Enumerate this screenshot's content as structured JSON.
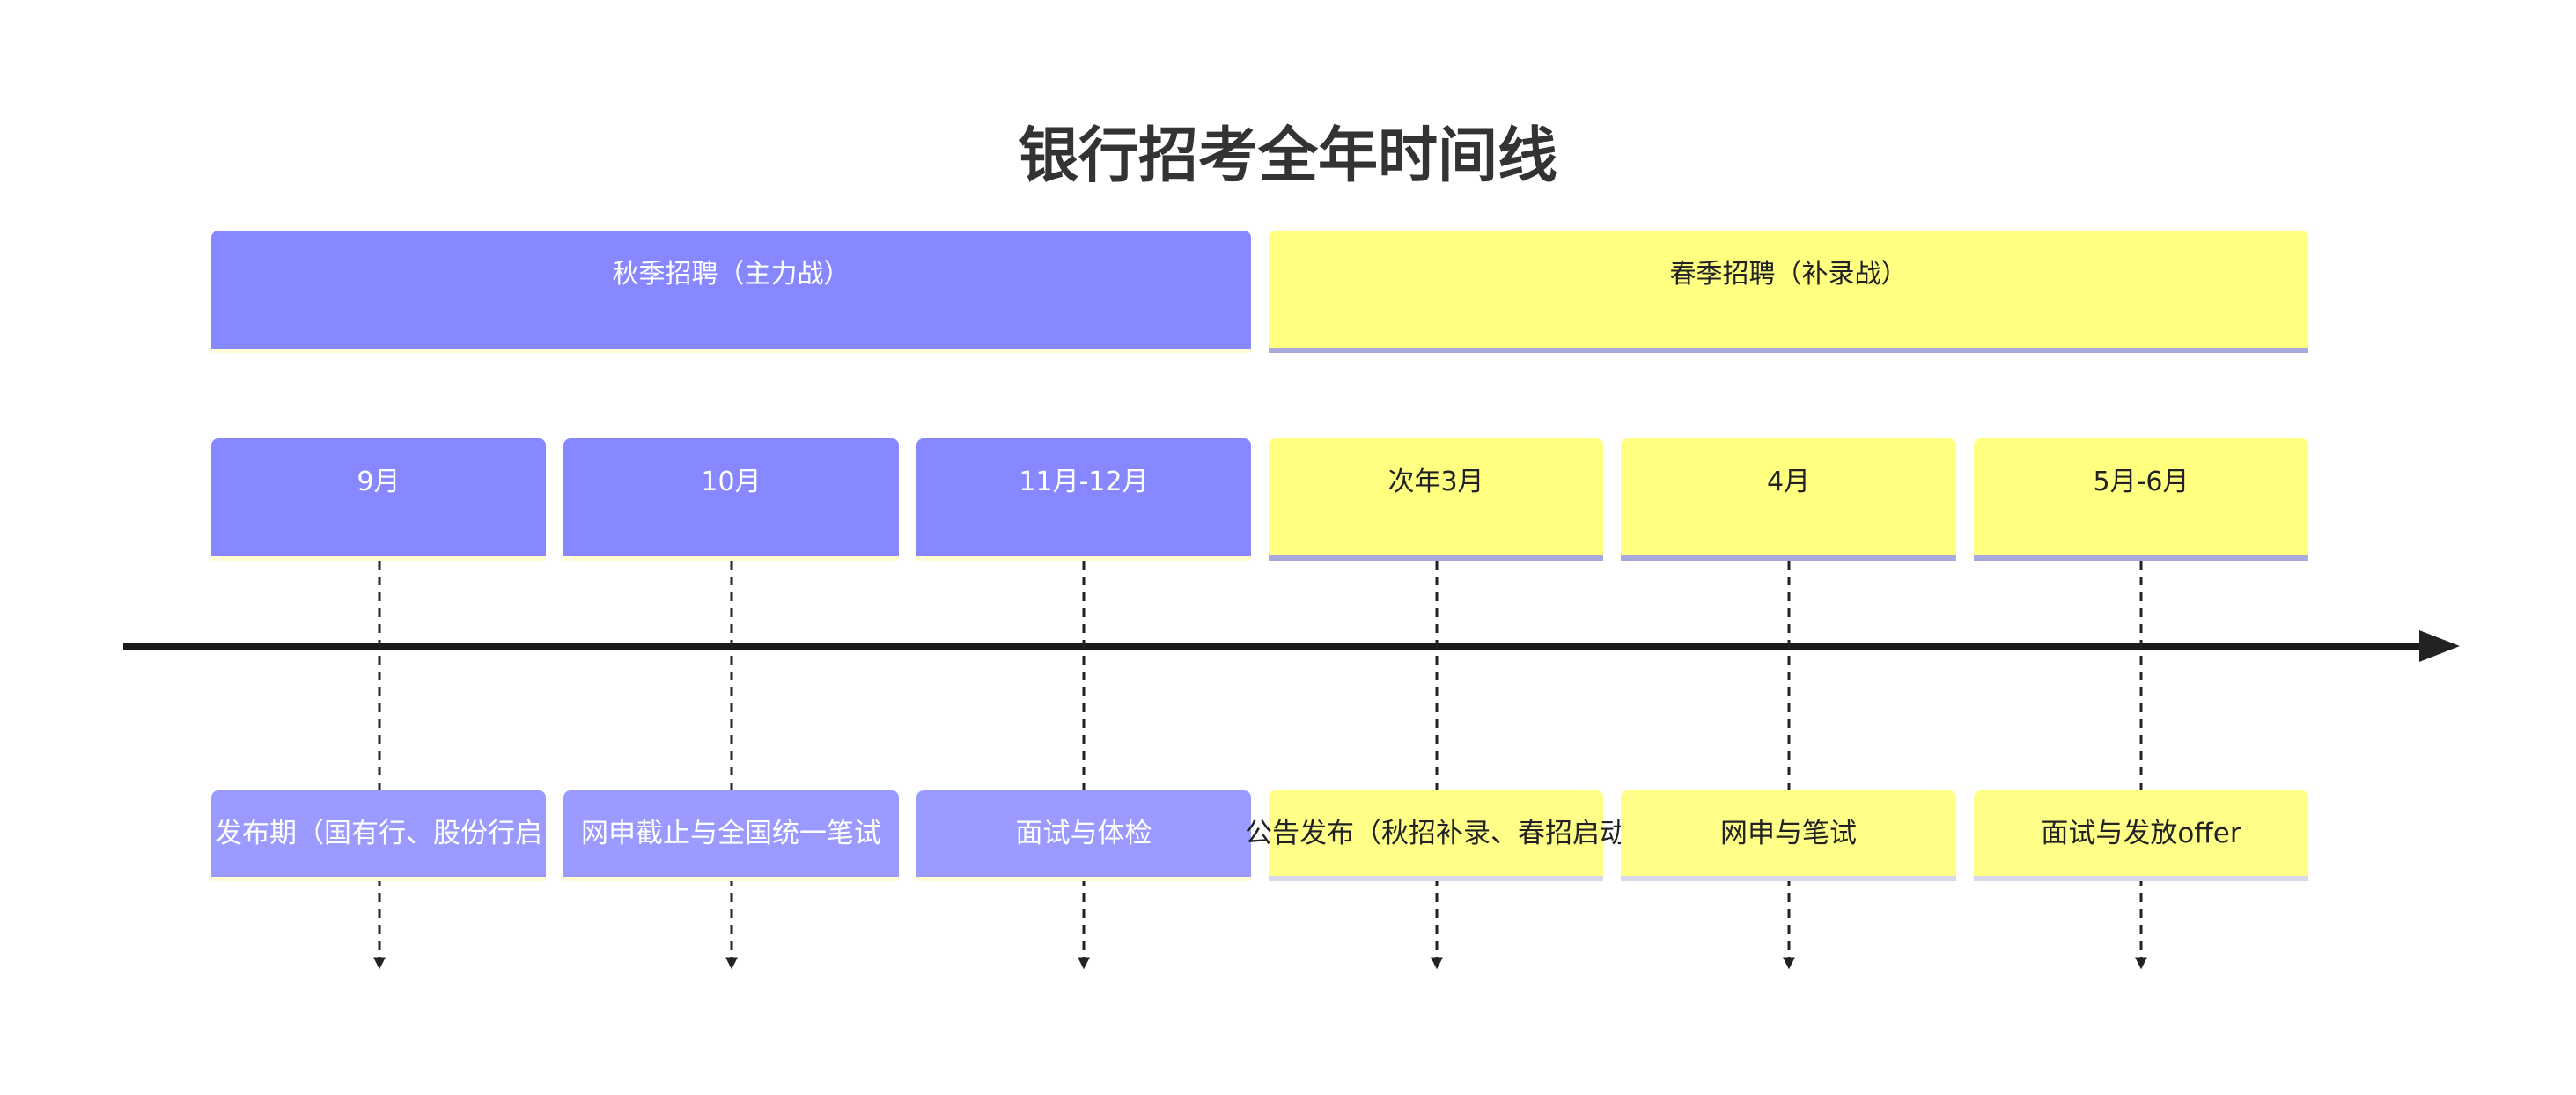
{
  "title": "银行招考全年时间线",
  "seasons": [
    {
      "label": "秋季招聘（主力战）"
    },
    {
      "label": "春季招聘（补录战）"
    }
  ],
  "months": [
    {
      "label": "9月"
    },
    {
      "label": "10月"
    },
    {
      "label": "11月-12月"
    },
    {
      "label": "次年3月"
    },
    {
      "label": "4月"
    },
    {
      "label": "5月-6月"
    }
  ],
  "events": [
    {
      "label": "发布期（国有行、股份行启"
    },
    {
      "label": "网申截止与全国统一笔试"
    },
    {
      "label": "面试与体检"
    },
    {
      "label": "公告发布（秋招补录、春招启动"
    },
    {
      "label": "网申与笔试"
    },
    {
      "label": "面试与发放offer"
    }
  ],
  "colors": {
    "autumn": "#8787ff",
    "spring": "#ffff80",
    "axis": "#1a1a1a",
    "connector": "#222222"
  }
}
